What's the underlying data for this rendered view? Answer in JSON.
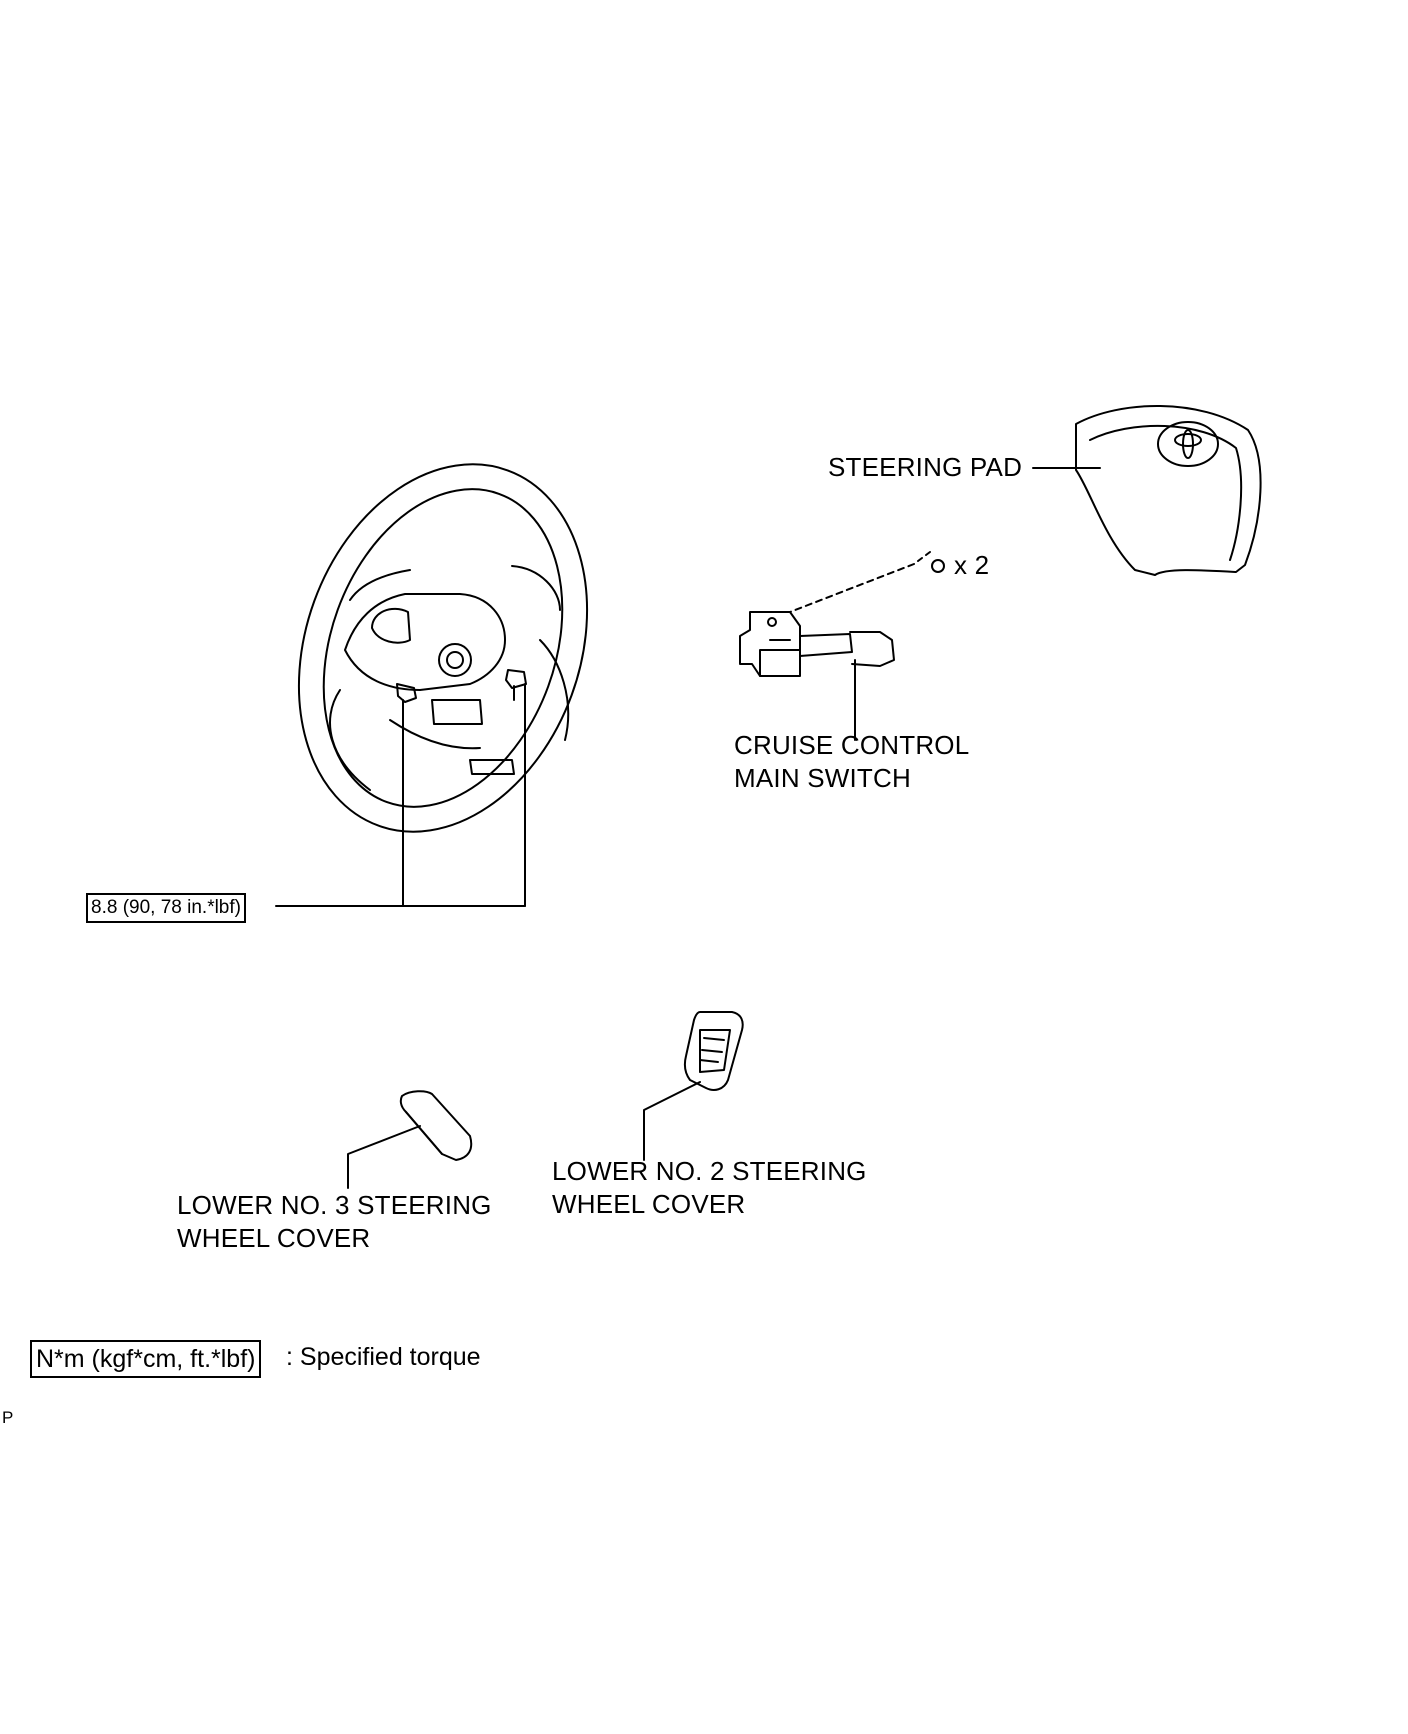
{
  "labels": {
    "steering_pad": "STEERING PAD",
    "cruise_line1": "CRUISE CONTROL",
    "cruise_line2": "MAIN SWITCH",
    "screw_qty": "x 2",
    "lower3_line1": "LOWER NO. 3 STEERING",
    "lower3_line2": "WHEEL COVER",
    "lower2_line1": "LOWER NO. 2 STEERING",
    "lower2_line2": "WHEEL COVER"
  },
  "torque": {
    "value": "8.8 (90, 78 in.*lbf)"
  },
  "legend": {
    "box_text": "N*m (kgf*cm, ft.*lbf)",
    "description": ": Specified torque"
  },
  "corner_mark": "P"
}
